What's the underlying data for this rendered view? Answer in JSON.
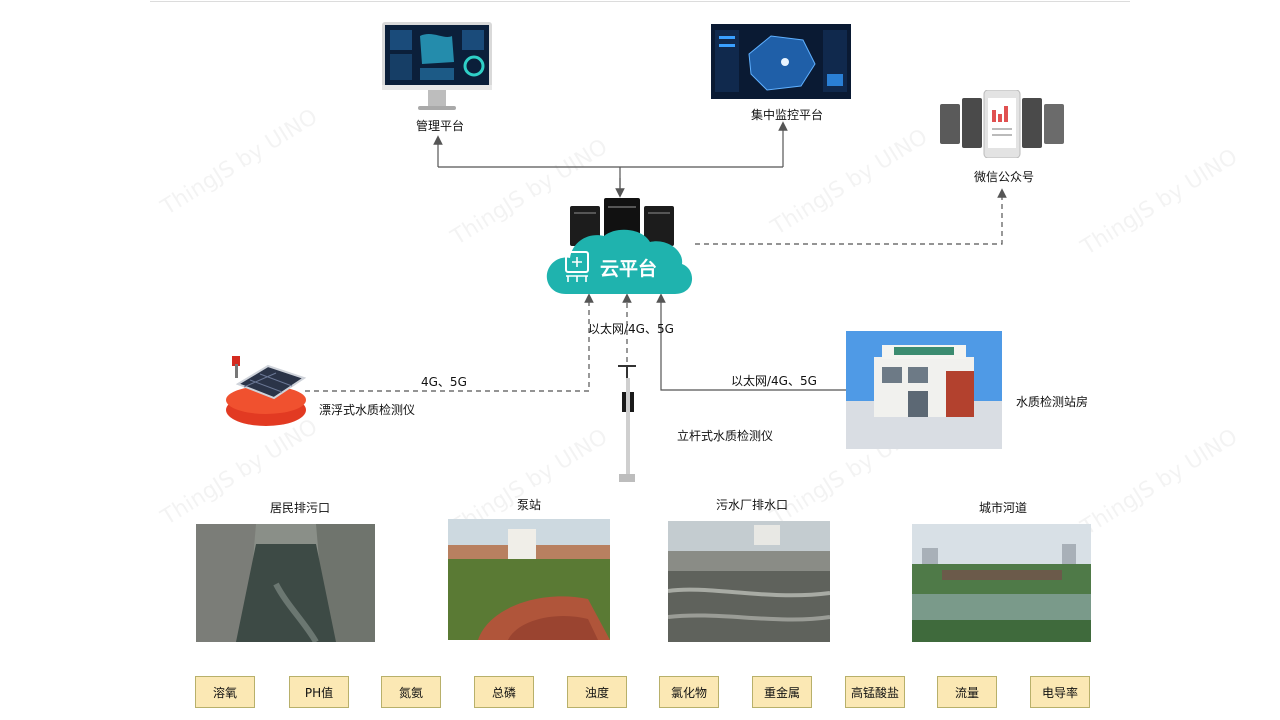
{
  "watermark": "ThingJS by UINO",
  "nodes": {
    "management_platform": "管理平台",
    "central_monitor_platform": "集中监控平台",
    "wechat_account": "微信公众号",
    "cloud_platform": "云平台",
    "floating_monitor": "漂浮式水质检测仪",
    "pole_monitor": "立杆式水质检测仪",
    "station_house": "水质检测站房"
  },
  "links": {
    "center": "以太网/4G、5G",
    "left": "4G、5G",
    "right": "以太网/4G、5G"
  },
  "sites": [
    {
      "label": "居民排污口"
    },
    {
      "label": "泵站"
    },
    {
      "label": "污水厂排水口"
    },
    {
      "label": "城市河道"
    }
  ],
  "parameters": [
    "溶氧",
    "PH值",
    "氮氨",
    "总磷",
    "浊度",
    "氯化物",
    "重金属",
    "高锰酸盐",
    "流量",
    "电导率"
  ],
  "colors": {
    "cloud": "#1fb3ae",
    "parameter_fill": "#fbe8b4",
    "parameter_border": "#b8b06a",
    "connector": "#555555"
  }
}
